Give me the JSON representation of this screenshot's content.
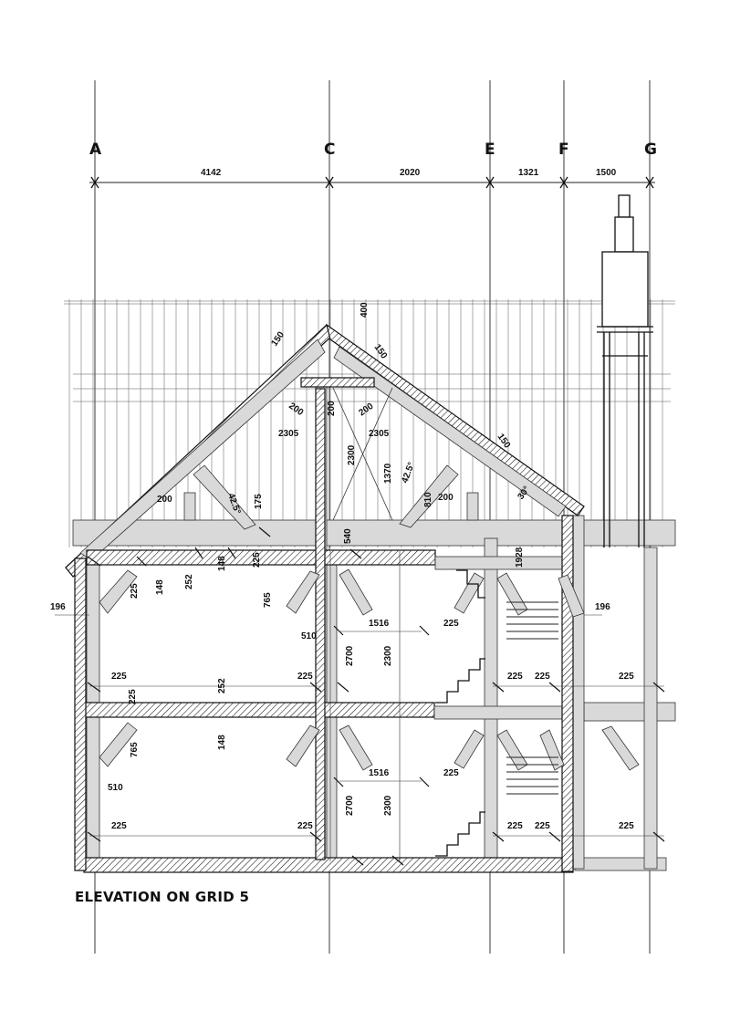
{
  "drawing": {
    "title": "ELEVATION ON GRID 5",
    "grid_labels": [
      "A",
      "C",
      "E",
      "F",
      "G"
    ],
    "grid_dimensions": [
      "4142",
      "2020",
      "1321",
      "1500"
    ]
  },
  "dimensions": {
    "ridge_top": "400",
    "rafter_left": "150",
    "rafter_right": "150",
    "rafter_eave_right": "150",
    "collar_200_a": "200",
    "collar_200_b": "200",
    "collar_200_c": "200",
    "span_left": "2305",
    "span_right": "2305",
    "pitch_left": "42.5°",
    "pitch_right": "42.5°",
    "pitch_small": "30°",
    "height_2300_roof": "2300",
    "height_1370": "1370",
    "height_810": "810",
    "tie_left": "200",
    "tie_right": "200",
    "beam_175": "175",
    "beam_540": "540",
    "beam_1928": "1928",
    "upper_floor_148": "148",
    "upper_floor_148b": "148",
    "upper_floor_252": "252",
    "upper_floor_225": "225",
    "upper_225_a": "225",
    "wall_196_left": "196",
    "wall_196_right": "196",
    "brace_765": "765",
    "brace_510": "510",
    "span_1516": "1516",
    "upper_225_b": "225",
    "height_2700": "2700",
    "height_2300": "2300",
    "first_225_l": "225",
    "first_225_c": "225",
    "first_225_e": "225",
    "first_225_f": "225",
    "first_225_g": "225",
    "mid_252": "252",
    "mid_225": "225",
    "mid_148": "148",
    "lower_765": "765",
    "lower_510": "510",
    "lower_1516": "1516",
    "lower_225_b": "225",
    "lower_2700": "2700",
    "lower_2300": "2300",
    "ground_225_l": "225",
    "ground_225_c": "225",
    "ground_225_e": "225",
    "ground_225_f": "225",
    "ground_225_g": "225"
  }
}
